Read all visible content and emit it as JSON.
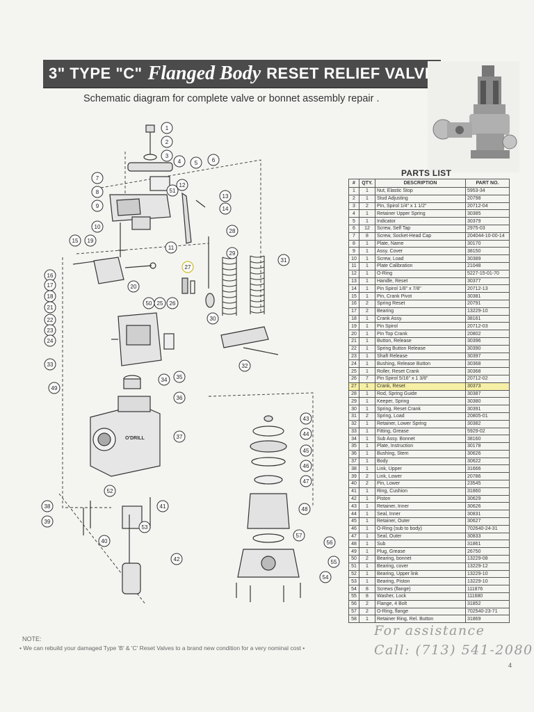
{
  "header": {
    "title_part1": "3\" TYPE \"C\"",
    "title_part2": "Flanged Body",
    "title_part3": "RESET RELIEF VALVE"
  },
  "subtitle": "Schematic diagram for complete valve or bonnet assembly repair .",
  "diagram": {
    "callouts": [
      "1",
      "2",
      "3",
      "4",
      "5",
      "6",
      "7",
      "8",
      "9",
      "10",
      "11",
      "12",
      "13",
      "14",
      "15",
      "16",
      "17",
      "18",
      "19",
      "20",
      "21",
      "22",
      "23",
      "24",
      "25",
      "26",
      "27",
      "28",
      "29",
      "30",
      "31",
      "32",
      "33",
      "34",
      "35",
      "36",
      "37",
      "38",
      "39",
      "40",
      "41",
      "42",
      "43",
      "44",
      "45",
      "46",
      "47",
      "48",
      "49",
      "50",
      "51",
      "52",
      "53",
      "54",
      "55",
      "56",
      "57"
    ],
    "body_stamp": "O'DRILL"
  },
  "parts_list": {
    "title": "PARTS LIST",
    "headers": [
      "#",
      "QTY.",
      "DESCRIPTION",
      "PART NO."
    ],
    "highlight_row": "27",
    "rows": [
      [
        "1",
        "1",
        "Nut, Elastic Stop",
        "5953-34"
      ],
      [
        "2",
        "1",
        "Stud Adjusting",
        "20798"
      ],
      [
        "3",
        "2",
        "Pin, Spirol 1/4\" x 1 1/2\"",
        "20712-04"
      ],
      [
        "4",
        "1",
        "Retainer Upper Spring",
        "30385"
      ],
      [
        "5",
        "1",
        "Indicator",
        "30379"
      ],
      [
        "6",
        "12",
        "Screw, Self Tap",
        "2975-03"
      ],
      [
        "7",
        "8",
        "Screw, Socket-Head Cap",
        "204044-10-00-14"
      ],
      [
        "8",
        "1",
        "Plate, Name",
        "30170"
      ],
      [
        "9",
        "1",
        "Assy. Cover",
        "38150"
      ],
      [
        "10",
        "1",
        "Screw, Load",
        "30389"
      ],
      [
        "11",
        "1",
        "Plate Calibration",
        "21048"
      ],
      [
        "12",
        "1",
        "O-Ring",
        "5227-15-01-70"
      ],
      [
        "13",
        "1",
        "Handle, Reset",
        "30377"
      ],
      [
        "14",
        "1",
        "Pin Spirol 1/8\" x 7/8\"",
        "20712-13"
      ],
      [
        "15",
        "1",
        "Pin, Crank Pivot",
        "30381"
      ],
      [
        "16",
        "2",
        "Spring Reset",
        "20791"
      ],
      [
        "17",
        "2",
        "Bearing",
        "13229-10"
      ],
      [
        "18",
        "1",
        "Crank Assy.",
        "38161"
      ],
      [
        "19",
        "1",
        "Pin Spirol",
        "20712-03"
      ],
      [
        "20",
        "1",
        "Pin Top Crank",
        "20802"
      ],
      [
        "21",
        "1",
        "Button, Release",
        "30396"
      ],
      [
        "22",
        "1",
        "Spring Button Release",
        "30390"
      ],
      [
        "23",
        "1",
        "Shaft Release",
        "30397"
      ],
      [
        "24",
        "1",
        "Bushing, Release Button",
        "30368"
      ],
      [
        "25",
        "1",
        "Roller, Reset Crank",
        "30368"
      ],
      [
        "26",
        "7",
        "Pin Spirol 5/16\" x 1 3/8\"",
        "20712-02"
      ],
      [
        "27",
        "1",
        "Crank, Reset",
        "30373"
      ],
      [
        "28",
        "1",
        "Rod, Spring Guide",
        "30387"
      ],
      [
        "29",
        "1",
        "Keeper, Spring",
        "30380"
      ],
      [
        "30",
        "1",
        "Spring, Reset Crank",
        "30391"
      ],
      [
        "31",
        "2",
        "Spring, Load",
        "20805-01"
      ],
      [
        "32",
        "1",
        "Retainer, Lower Spring",
        "30382"
      ],
      [
        "33",
        "1",
        "Fitting, Grease",
        "5929-02"
      ],
      [
        "34",
        "1",
        "Sub Assy. Bonnet",
        "38160"
      ],
      [
        "35",
        "1",
        "Plate, Instruction",
        "30178"
      ],
      [
        "36",
        "1",
        "Bushing, Stem",
        "30626"
      ],
      [
        "37",
        "1",
        "Body",
        "30622"
      ],
      [
        "38",
        "1",
        "Link, Upper",
        "31666"
      ],
      [
        "39",
        "2",
        "Link, Lower",
        "20786"
      ],
      [
        "40",
        "2",
        "Pin, Lower",
        "23545"
      ],
      [
        "41",
        "1",
        "Ring, Cushion",
        "31860"
      ],
      [
        "42",
        "1",
        "Piston",
        "30629"
      ],
      [
        "43",
        "1",
        "Retainer, Inner",
        "30626"
      ],
      [
        "44",
        "1",
        "Seal, Inner",
        "30831"
      ],
      [
        "45",
        "1",
        "Retainer, Outer",
        "30627"
      ],
      [
        "46",
        "1",
        "O-Ring (sub to body)",
        "702640-24-31"
      ],
      [
        "47",
        "1",
        "Seal, Outer",
        "30833"
      ],
      [
        "48",
        "1",
        "Sub",
        "31861"
      ],
      [
        "49",
        "1",
        "Plug, Grease",
        "26750"
      ],
      [
        "50",
        "2",
        "Bearing, bonnet",
        "13229-08"
      ],
      [
        "51",
        "1",
        "Bearing, cover",
        "13229-12"
      ],
      [
        "52",
        "1",
        "Bearing, Upper link",
        "13229-10"
      ],
      [
        "53",
        "1",
        "Bearing, Piston",
        "13229-10"
      ],
      [
        "54",
        "8",
        "Screws (flange)",
        "111876"
      ],
      [
        "55",
        "8",
        "Washer, Lock",
        "111680"
      ],
      [
        "56",
        "2",
        "Flange, 4 Bolt",
        "31852"
      ],
      [
        "57",
        "2",
        "O-Ring, flange",
        "702540-23-71"
      ],
      [
        "58",
        "1",
        "Retainer Ring, Rel. Button",
        "31869"
      ]
    ]
  },
  "note": {
    "label": "NOTE:",
    "text": "• We can rebuild your damaged Type 'B' & 'C' Reset Valves to a brand new condition for a very nominal cost •"
  },
  "assistance": {
    "line1": "For assistance",
    "line2": "Call: (713) 541-2080"
  },
  "page_number": "4"
}
